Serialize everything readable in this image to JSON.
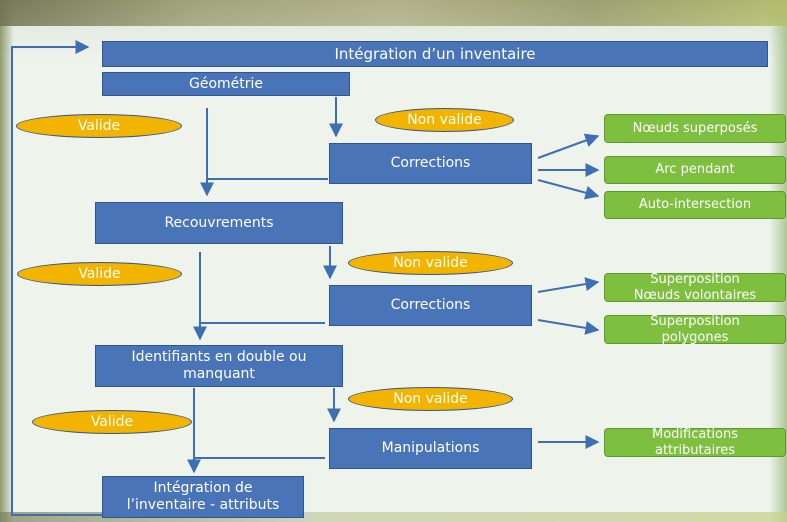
{
  "boxes": {
    "integration_title": "Intégration d’un inventaire",
    "geometrie": "Géométrie",
    "corrections_1": "Corrections",
    "recouvrements": "Recouvrements",
    "corrections_2": "Corrections",
    "identifiants_line1": "Identifiants en double ou",
    "identifiants_line2": "manquant",
    "manipulations": "Manipulations",
    "integration_attr_line1": "Intégration de",
    "integration_attr_line2": "l’inventaire - attributs"
  },
  "results": {
    "noeuds_superposes": "Nœuds superposés",
    "arc_pendant": "Arc pendant",
    "auto_intersection": "Auto-intersection",
    "superposition_noeuds_line1": "Superposition",
    "superposition_noeuds_line2": "Nœuds volontaires",
    "superposition_polygones_line1": "Superposition",
    "superposition_polygones_line2": "polygones",
    "modifications_line1": "Modifications",
    "modifications_line2": "attributaires"
  },
  "labels": {
    "valide": "Valide",
    "non_valide": "Non valide"
  },
  "colors": {
    "blue_box": "#4a74b8",
    "green_box": "#7fbf3f",
    "yellow_pill": "#f3b400",
    "arrow": "#3f6fb3"
  }
}
